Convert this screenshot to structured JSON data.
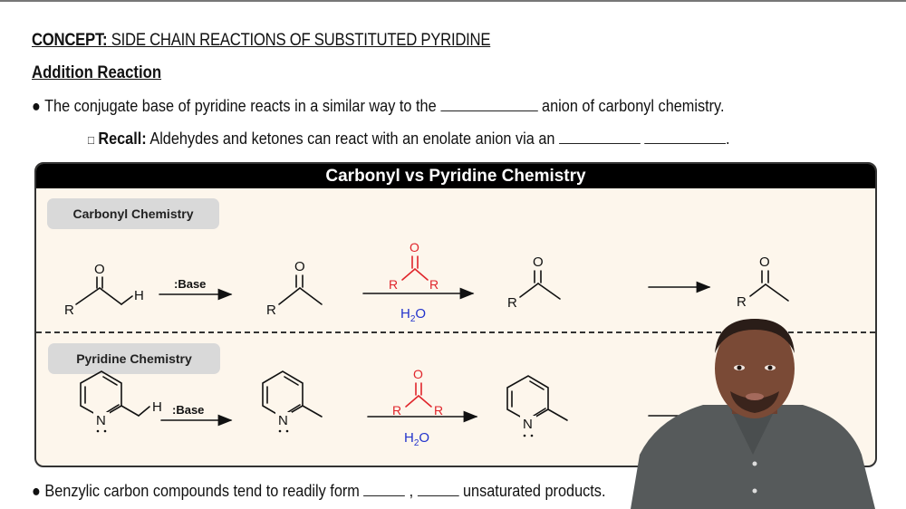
{
  "header": {
    "concept_label": "CONCEPT:",
    "concept_title": " SIDE CHAIN REACTIONS OF SUBSTITUTED PYRIDINE",
    "section_title": "Addition Reaction"
  },
  "bullets": [
    {
      "marker": "●",
      "text_before": " The conjugate base of pyridine reacts in a similar way to the ",
      "text_after": " anion of carbonyl chemistry."
    },
    {
      "marker": "□",
      "label": "Recall:",
      "text_before": " Aldehydes and ketones can react with an enolate anion via an ",
      "text_after": "."
    },
    {
      "marker": "●",
      "text_before": " Benzylic carbon compounds tend to readily form ",
      "separator": " , ",
      "text_after": " unsaturated products."
    }
  ],
  "panel": {
    "title": "Carbonyl vs Pyridine Chemistry",
    "sections": [
      {
        "label": "Carbonyl Chemistry",
        "reagent1": ":Base",
        "reagent2_top": "R(C=O)R",
        "reagent2_bottom": "H2O"
      },
      {
        "label": "Pyridine Chemistry",
        "reagent1": ":Base",
        "reagent2_top": "R(C=O)R",
        "reagent2_bottom": "H2O"
      }
    ],
    "atoms": {
      "O": "O",
      "R": "R",
      "H": "H",
      "N": "N",
      "base": ":Base",
      "water_H": "H",
      "water_2": "2",
      "water_O": "O"
    },
    "colors": {
      "header_bg": "#000000",
      "panel_bg": "#fdf6ec",
      "tag_bg": "#d9d9d9",
      "reagent_red": "#e0252b",
      "water_blue": "#2233cc"
    }
  },
  "video": {
    "presenter": "instructor-overlay"
  }
}
